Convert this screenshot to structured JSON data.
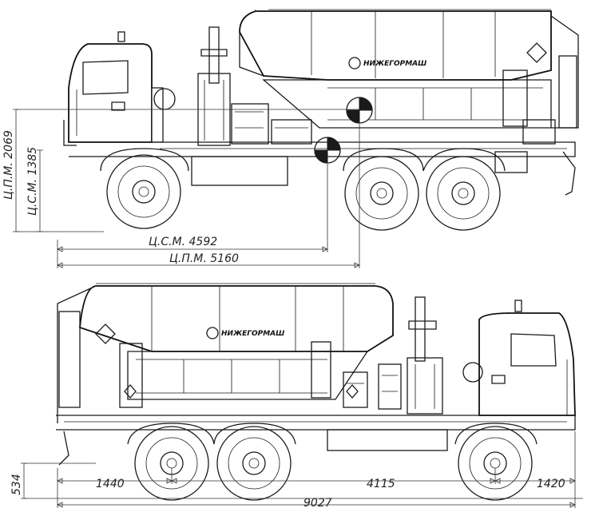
{
  "brand": {
    "logo_text": "НИЖЕГОРМАШ"
  },
  "side_view": {
    "dims": {
      "cpm_height": "Ц.П.М. 2069",
      "csm_height": "Ц.С.М. 1385",
      "csm_length": "Ц.С.М. 4592",
      "cpm_length": "Ц.П.М. 5160"
    }
  },
  "rear_view": {
    "dims": {
      "ground_clearance": "534",
      "rear_overhang": "1440",
      "wheelbase": "4115",
      "front_overhang": "1420",
      "overall_length": "9027"
    }
  }
}
